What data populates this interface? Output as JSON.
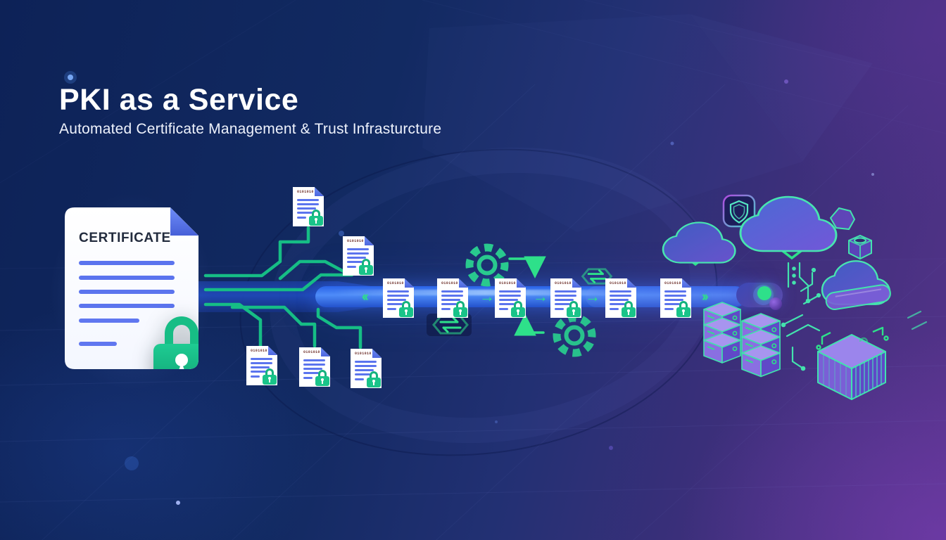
{
  "header": {
    "title": "PKI as a Service",
    "subtitle": "Automated Certificate Management & Trust Infrasturcture"
  },
  "certificate": {
    "title": "CERTIFICATE"
  },
  "mini_cert": {
    "header_text": "0101010"
  },
  "pipeline": {
    "start_chevrons": "‹‹",
    "flow_arrow": "→",
    "end_chevrons": "››"
  },
  "icons": {
    "padlock": "lock",
    "gear": "settings-gear",
    "shield_badge": "shield-check",
    "cloud": "cloud",
    "server_stack": "server-stack",
    "container": "shipping-container",
    "sync": "sync-arrows",
    "status_dot": "green-status-dot"
  },
  "colors": {
    "background_navy": "#0d2257",
    "background_purple": "#56338a",
    "pipeline_blue": "#3b76f0",
    "accent_green": "#19c389",
    "teal_outline": "#43e3ad",
    "cert_line_blue": "#5b74ee",
    "cloud_fill": "#4a63cf",
    "fold_blue": "#5f7df2",
    "title_white": "#ffffff"
  }
}
